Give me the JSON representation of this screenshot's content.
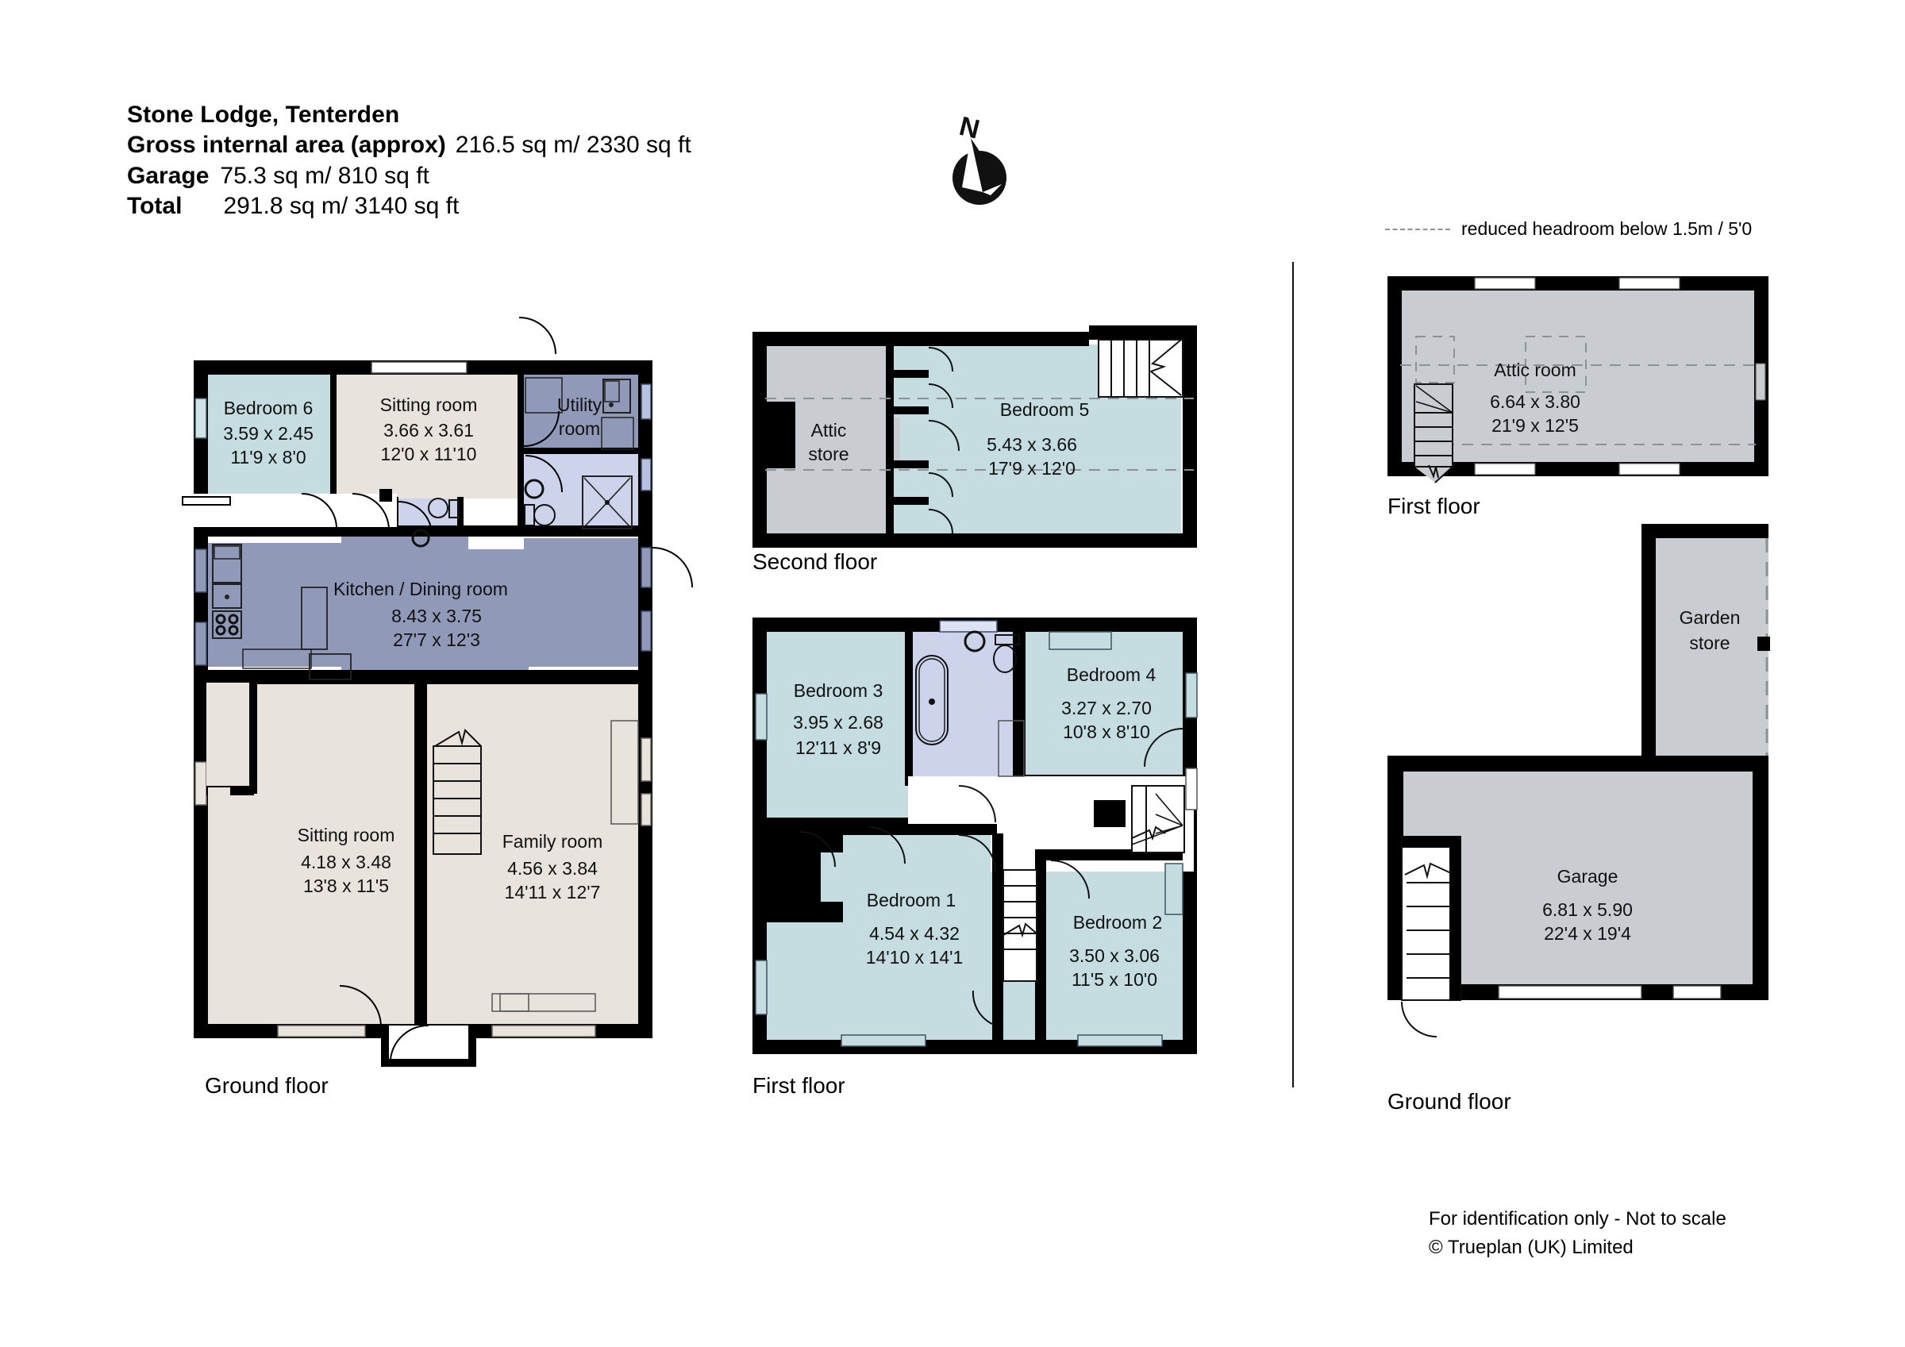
{
  "header": {
    "title": "Stone Lodge, Tenterden",
    "gross_label": "Gross internal area (approx)",
    "gross_value": "216.5 sq m/ 2330 sq ft",
    "garage_label": "Garage",
    "garage_value": "75.3 sq m/ 810 sq ft",
    "total_label": "Total",
    "total_value": "291.8 sq m/ 3140 sq ft"
  },
  "compass": {
    "north_label": "N"
  },
  "legend": {
    "text": "reduced headroom below 1.5m / 5'0"
  },
  "captions": {
    "ground_floor_main": "Ground floor",
    "first_floor_main": "First floor",
    "second_floor_main": "Second floor",
    "first_floor_garage": "First floor",
    "ground_floor_garage": "Ground floor"
  },
  "footer": {
    "disclaimer": "For identification only - Not to scale",
    "copyright": "©  Trueplan (UK) Limited"
  },
  "colors": {
    "bedroom": "#c5dde1",
    "reception": "#e8e3dc",
    "kitchen": "#9099b8",
    "bathroom": "#ccd3ea",
    "store": "#c9cdd1",
    "wall": "#000000",
    "headroom_dash": "#8d9295"
  },
  "ground_floor": {
    "rooms": [
      {
        "name": "Bedroom 6",
        "metric": "3.59  x  2.45",
        "imperial": "11'9  x  8'0",
        "fill": "bedroom"
      },
      {
        "name": "Sitting room",
        "metric": "3.66  x  3.61",
        "imperial": "12'0  x  11'10",
        "fill": "reception"
      },
      {
        "name": "Utility",
        "name2": "room",
        "metric": "",
        "imperial": "",
        "fill": "kitchen"
      },
      {
        "name": "Kitchen / Dining room",
        "metric": "8.43  x  3.75",
        "imperial": "27'7  x  12'3",
        "fill": "kitchen"
      },
      {
        "name": "Sitting room",
        "metric": "4.18  x  3.48",
        "imperial": "13'8  x  11'5",
        "fill": "reception"
      },
      {
        "name": "Family room",
        "metric": "4.56  x  3.84",
        "imperial": "14'11  x  12'7",
        "fill": "reception"
      }
    ]
  },
  "first_floor": {
    "rooms": [
      {
        "name": "Bedroom 3",
        "metric": "3.95  x  2.68",
        "imperial": "12'11  x  8'9",
        "fill": "bedroom"
      },
      {
        "name": "Bedroom 4",
        "metric": "3.27  x  2.70",
        "imperial": "10'8  x  8'10",
        "fill": "bedroom"
      },
      {
        "name": "Bedroom 1",
        "metric": "4.54  x  4.32",
        "imperial": "14'10  x  14'1",
        "fill": "bedroom"
      },
      {
        "name": "Bedroom 2",
        "metric": "3.50  x  3.06",
        "imperial": "11'5  x  10'0",
        "fill": "bedroom"
      }
    ]
  },
  "second_floor": {
    "rooms": [
      {
        "name": "Attic",
        "name2": "store",
        "metric": "",
        "imperial": "",
        "fill": "store"
      },
      {
        "name": "Bedroom 5",
        "metric": "5.43  x  3.66",
        "imperial": "17'9  x  12'0",
        "fill": "bedroom"
      }
    ]
  },
  "garage_block": {
    "first_floor_rooms": [
      {
        "name": "Attic room",
        "metric": "6.64  x  3.80",
        "imperial": "21'9  x  12'5",
        "fill": "store"
      }
    ],
    "ground_floor_rooms": [
      {
        "name": "Garden",
        "name2": "store",
        "metric": "",
        "imperial": "",
        "fill": "store"
      },
      {
        "name": "Garage",
        "metric": "6.81  x  5.90",
        "imperial": "22'4  x  19'4",
        "fill": "store"
      }
    ]
  }
}
